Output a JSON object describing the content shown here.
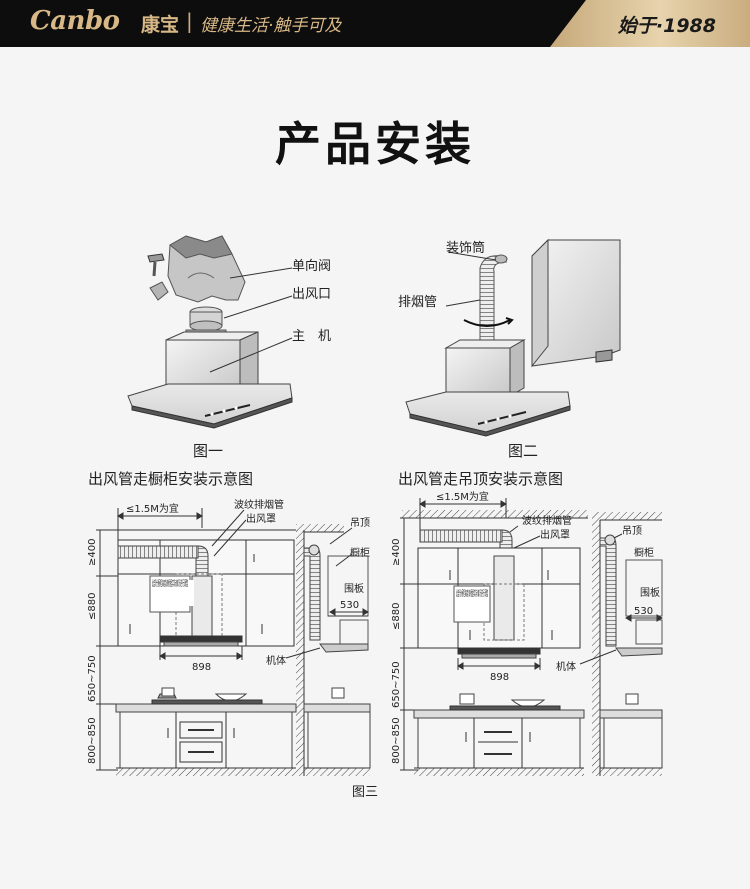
{
  "header": {
    "brand_en": "Canbo",
    "brand_cn": "康宝",
    "separator": "|",
    "slogan": "健康生活·触手可及",
    "since": "始于·1988"
  },
  "title": "产品安装",
  "fig1": {
    "labels": [
      "单向阀",
      "出风口",
      "主　机"
    ],
    "caption": "图一"
  },
  "fig2": {
    "labels": [
      "装饰筒",
      "排烟管"
    ],
    "caption": "图二"
  },
  "fig3": {
    "left_title": "出风管走橱柜安装示意图",
    "right_title": "出风管走吊顶安装示意图",
    "caption": "图三",
    "left": {
      "duct_len": "≤1.5M为宜",
      "pipe": "波纹排烟管",
      "outlet": "出风罩",
      "ceiling": "吊顶",
      "cabinet": "橱柜",
      "skirt": "围板",
      "skirt_dim": "530",
      "unit": "机体",
      "width_dim": "898",
      "dim_top": "≥400",
      "dim_cab": "≤880",
      "dim_gap": "650~750",
      "dim_counter": "800~850",
      "note": "此部分橱柜高度请根据实际情况进行调整"
    },
    "right": {
      "duct_len": "≤1.5M为宜",
      "pipe": "波纹排烟管",
      "outlet": "出风罩",
      "ceiling": "吊顶",
      "cabinet": "橱柜",
      "skirt": "围板",
      "skirt_dim": "530",
      "unit": "机体",
      "width_dim": "898",
      "dim_top": "≥400",
      "dim_cab": "≤880",
      "dim_gap": "650~750",
      "dim_counter": "800~850",
      "note": "此部分橱柜高度请根据实际情况进行调整"
    }
  }
}
